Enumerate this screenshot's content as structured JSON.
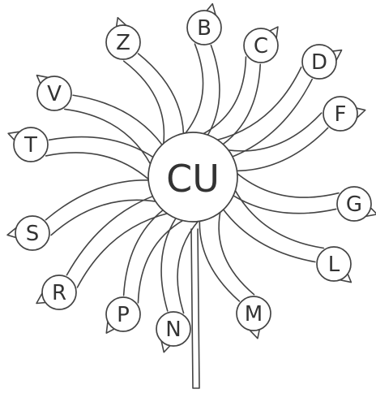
{
  "center": {
    "label": "CU"
  },
  "petals": [
    {
      "key": "Z",
      "label": "Z"
    },
    {
      "key": "B",
      "label": "B"
    },
    {
      "key": "C",
      "label": "C"
    },
    {
      "key": "D",
      "label": "D"
    },
    {
      "key": "F",
      "label": "F"
    },
    {
      "key": "G",
      "label": "G"
    },
    {
      "key": "L",
      "label": "L"
    },
    {
      "key": "M",
      "label": "M"
    },
    {
      "key": "N",
      "label": "N"
    },
    {
      "key": "P",
      "label": "P"
    },
    {
      "key": "R",
      "label": "R"
    },
    {
      "key": "S",
      "label": "S"
    },
    {
      "key": "T",
      "label": "T"
    },
    {
      "key": "V",
      "label": "V"
    }
  ]
}
